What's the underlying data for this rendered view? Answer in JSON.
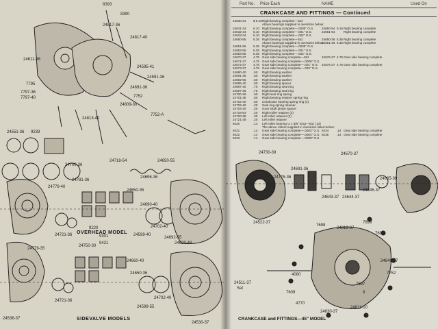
{
  "left_page": {
    "callouts": [
      {
        "text": "8393"
      },
      {
        "text": "8390"
      },
      {
        "text": "24817-36"
      },
      {
        "text": "24817-40"
      },
      {
        "text": "24611-36"
      },
      {
        "text": "7795"
      },
      {
        "text": "7797-36"
      },
      {
        "text": "7797-40"
      },
      {
        "text": "24595-41"
      },
      {
        "text": "24591-36"
      },
      {
        "text": "24691-36"
      },
      {
        "text": "7752"
      },
      {
        "text": "24809-30"
      },
      {
        "text": "7752-A"
      },
      {
        "text": "24813-40"
      },
      {
        "text": "24551-36"
      },
      {
        "text": "9239"
      },
      {
        "text": "24718-54"
      },
      {
        "text": "24650-55"
      },
      {
        "text": "24700-36"
      },
      {
        "text": "24696-36"
      },
      {
        "text": "24779-40"
      },
      {
        "text": "24781-36"
      },
      {
        "text": "24721-36"
      },
      {
        "text": "9220"
      },
      {
        "text": "24650-35"
      },
      {
        "text": "24690-40"
      },
      {
        "text": "24702-40"
      },
      {
        "text": "24599-40"
      },
      {
        "text": "24692-55"
      },
      {
        "text": "24699-48"
      },
      {
        "text": "9301"
      },
      {
        "text": "9421"
      },
      {
        "text": "24779-35"
      },
      {
        "text": "24750-30"
      },
      {
        "text": "24721-36"
      },
      {
        "text": "24660-40"
      },
      {
        "text": "24650-36"
      },
      {
        "text": "24599-55"
      },
      {
        "text": "24702-40"
      },
      {
        "text": "24536-37"
      },
      {
        "text": "24530-37"
      }
    ],
    "model_labels": {
      "overhead": "OVERHEAD MODEL",
      "sidevalve": "SIDEVALVE MODELS"
    }
  },
  "right_page": {
    "header": {
      "part_no": "Part No.",
      "price": "Price Each",
      "name": "NAME",
      "used_on": "Used On"
    },
    "title": "CRANKCASE AND FITTINGS — Continued",
    "rows": [
      [
        "24630-34",
        "$ 6.10",
        "Right bearing complete—Std.",
        "",
        "",
        ""
      ],
      [
        "",
        "",
        "Above bearings supplied in oversizes below:",
        "",
        "",
        ""
      ],
      [
        "24631-34",
        "6.10",
        "Right bearing complete—.0005\" O.S.",
        "24650-54",
        "9.15",
        "Right bearing complete"
      ],
      [
        "24632-34",
        "6.10",
        "Right bearing complete—.001\" O.S.",
        "24651-54",
        "",
        "Right bearing complete"
      ],
      [
        "24633-34",
        "6.10",
        "Right bearing complete—.002\" O.S.",
        "",
        "",
        ""
      ],
      [
        "24650-55",
        "5.35",
        "Right bearing complete—Std.",
        "24650-36",
        "5.35",
        "Right bearing complete"
      ],
      [
        "",
        "",
        "Above bearings supplied in oversizes below:",
        "24651-36",
        "5.35",
        "Right bearing complete"
      ],
      [
        "24651-55",
        "5.35",
        "Right bearing complete—.0005\" O.S.",
        "",
        "",
        ""
      ],
      [
        "24652-55",
        "5.35",
        "Right bearing complete—.001\" O.S.",
        "",
        "",
        ""
      ],
      [
        "24653-55",
        "5.35",
        "Right bearing complete—.002\" O.S.",
        "",
        "",
        ""
      ],
      [
        "24670-37",
        "4.75",
        "Gear side bearing complete—Std.",
        "24676-37",
        "4.75",
        "Gear side bearing complete"
      ],
      [
        "24671-37",
        "4.75",
        "Gear side bearing complete—.0005\" O.S.",
        "",
        "",
        ""
      ],
      [
        "24672-37",
        "4.75",
        "Gear side bearing complete—.001\" O.S.",
        "24675-37",
        "4.75",
        "Gear side bearing complete"
      ],
      [
        "24673-37",
        "4.75",
        "Gear side bearing complete—.002\" O.S.",
        "",
        "",
        ""
      ],
      [
        "24690-40",
        ".50",
        "Right bearing washer",
        "",
        "",
        ""
      ],
      [
        "24691-36",
        ".50",
        "Right bearing washer",
        "",
        "",
        ""
      ],
      [
        "24692-55",
        ".50",
        "Right bearing washer",
        "",
        "",
        ""
      ],
      [
        "24695-40",
        ".50",
        "Right bearing spacer",
        "",
        "",
        ""
      ],
      [
        "24697-40",
        ".70",
        "Right bearing seal ring",
        "",
        "",
        ""
      ],
      [
        "24697-36",
        ".75",
        "Right bearing seal ring",
        "",
        "",
        ""
      ],
      [
        "24700-36",
        ".50",
        "Right seal ring spring",
        "",
        "",
        ""
      ],
      [
        "24701-36",
        ".50",
        "Right bearing retainer spring ring",
        "",
        "",
        ""
      ],
      [
        "24702-40",
        ".50",
        "Crankcase bearing spring ring (2)",
        "",
        "",
        ""
      ],
      [
        "24703-40",
        ".20",
        "Seal ring spring retainer",
        "",
        "",
        ""
      ],
      [
        "24704-40",
        ".20",
        "Gear shaft pinion spacer",
        "",
        "",
        ""
      ],
      [
        "24718-54",
        ".20",
        "Right roller retainer (2)",
        "",
        "",
        ""
      ],
      [
        "24720-38",
        ".20",
        "Left roller retainer (2)",
        "",
        "",
        ""
      ],
      [
        "24721-39",
        ".20",
        "Left roller retainer",
        "",
        "",
        ""
      ],
      [
        "9220",
        ".14",
        "Left roller bearing ¼ x 3/8\" long—Std. (14)",
        "",
        "",
        ""
      ],
      [
        "",
        "",
        "The above rollers supplied in oversizes listed below:",
        "",
        "",
        ""
      ],
      [
        "9221",
        ".14",
        "Gear side bearing complete—.0002\" O.S.",
        "9234",
        ".14",
        "Gear side bearing complete"
      ],
      [
        "9222",
        ".14",
        "Gear side bearing complete—.0004\" O.S.",
        "9235",
        ".14",
        "Gear side bearing complete"
      ],
      [
        "9223",
        ".14",
        "Gear side bearing complete—.0006\" O.S.",
        "",
        "",
        ""
      ]
    ],
    "callouts": [
      {
        "text": "24730-39"
      },
      {
        "text": "24670-37"
      },
      {
        "text": "24691-36"
      },
      {
        "text": "24775-36"
      },
      {
        "text": "24643-37"
      },
      {
        "text": "24644-37"
      },
      {
        "text": "24645-37"
      },
      {
        "text": "24665-39"
      },
      {
        "text": "24522-37"
      },
      {
        "text": "24511-37"
      },
      {
        "text": "24812-37"
      },
      {
        "text": "7698"
      },
      {
        "text": "7699"
      },
      {
        "text": "4080"
      },
      {
        "text": "7752"
      },
      {
        "text": "7609"
      },
      {
        "text": "4770"
      },
      {
        "text": "24811-10"
      },
      {
        "text": "24630-37"
      },
      {
        "text": "24646-37"
      },
      {
        "text": "7698"
      },
      {
        "text": "7697"
      },
      {
        "text": "8"
      },
      {
        "text": "Set"
      }
    ],
    "caption": "CRANKCASE and FITTINGS—45\" MODEL"
  }
}
